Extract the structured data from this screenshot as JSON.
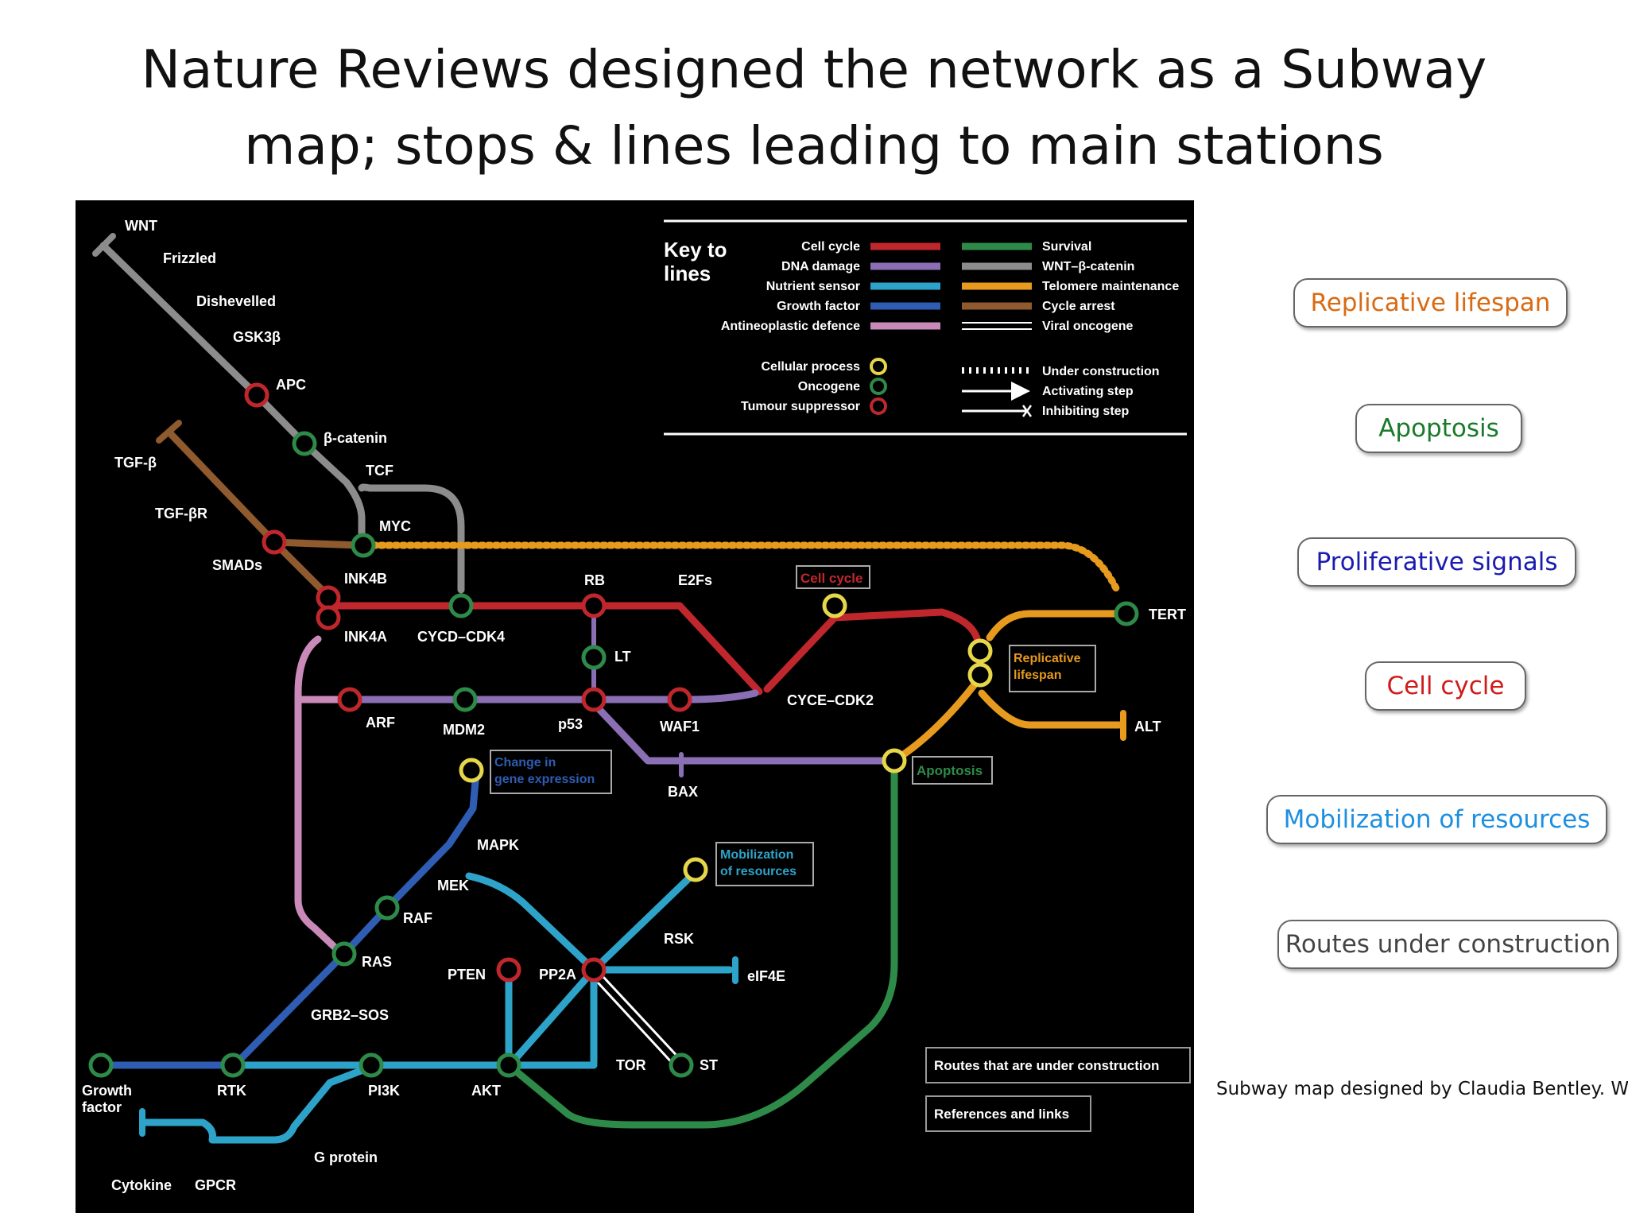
{
  "slide": {
    "title_line1": "Nature Reviews designed the network as a Subway",
    "title_line2": "map; stops & lines leading to main stations",
    "credit": "Subway map designed by Claudia Bentley.  W"
  },
  "side_buttons": [
    {
      "label": "Replicative lifespan",
      "color": "#d86b14"
    },
    {
      "label": "Apoptosis",
      "color": "#1a7a2a"
    },
    {
      "label": "Proliferative signals",
      "color": "#1b1bb0"
    },
    {
      "label": "Cell cycle",
      "color": "#d11a1a"
    },
    {
      "label": "Mobilization of resources",
      "color": "#1d8fe0"
    },
    {
      "label": "Routes under construction",
      "color": "#444444"
    }
  ],
  "key": {
    "title_line1": "Key to",
    "title_line2": "lines",
    "lines_left": [
      {
        "label": "Cell cycle",
        "color": "#c0272d"
      },
      {
        "label": "DNA damage",
        "color": "#8b6fb5"
      },
      {
        "label": "Nutrient sensor",
        "color": "#2ea3c9"
      },
      {
        "label": "Growth factor",
        "color": "#2e5db3"
      },
      {
        "label": "Antineoplastic defence",
        "color": "#c98ab9"
      }
    ],
    "lines_right": [
      {
        "label": "Survival",
        "color": "#2e8a48"
      },
      {
        "label": "WNT–β-catenin",
        "color": "#8c8c8c"
      },
      {
        "label": "Telomere maintenance",
        "color": "#e69a1e"
      },
      {
        "label": "Cycle arrest",
        "color": "#8e5a2e"
      },
      {
        "label": "Viral oncogene",
        "color": "#ffffff"
      }
    ],
    "stops": [
      {
        "label": "Cellular process",
        "color": "#e6d64a"
      },
      {
        "label": "Oncogene",
        "color": "#2e8a48"
      },
      {
        "label": "Tumour suppressor",
        "color": "#c0272d"
      }
    ],
    "steps": [
      {
        "label": "Under construction"
      },
      {
        "label": "Activating step"
      },
      {
        "label": "Inhibiting step"
      }
    ]
  },
  "stations": {
    "wnt": "WNT",
    "frizzled": "Frizzled",
    "dishevelled": "Dishevelled",
    "gsk3b": "GSK3β",
    "apc": "APC",
    "bcatenin": "β-catenin",
    "tcf": "TCF",
    "tgfb": "TGF-β",
    "tgfbr": "TGF-βR",
    "smads": "SMADs",
    "myc": "MYC",
    "ink4b": "INK4B",
    "ink4a": "INK4A",
    "cycd": "CYCD–CDK4",
    "rb": "RB",
    "e2fs": "E2Fs",
    "lt": "LT",
    "arf": "ARF",
    "mdm2": "MDM2",
    "p53": "p53",
    "waf1": "WAF1",
    "cyce": "CYCE–CDK2",
    "bax": "BAX",
    "tert": "TERT",
    "alt": "ALT",
    "mapk": "MAPK",
    "mek": "MEK",
    "raf": "RAF",
    "ras": "RAS",
    "grb2": "GRB2–SOS",
    "rtk": "RTK",
    "pi3k": "PI3K",
    "akt": "AKT",
    "pten": "PTEN",
    "pp2a": "PP2A",
    "rsk": "RSK",
    "eif4e": "eIF4E",
    "tor": "TOR",
    "st": "ST",
    "gprotein": "G protein",
    "cytokine": "Cytokine",
    "gpcr": "GPCR",
    "growth1": "Growth",
    "growth2": "factor"
  },
  "process_labels": {
    "cell_cycle": "Cell cycle",
    "replicative_1": "Replicative",
    "replicative_2": "lifespan",
    "apoptosis": "Apoptosis",
    "gene_1": "Change in",
    "gene_2": "gene expression",
    "mob_1": "Mobilization",
    "mob_2": "of resources"
  },
  "map_buttons": {
    "routes": "Routes that are under construction",
    "refs": "References and links"
  }
}
